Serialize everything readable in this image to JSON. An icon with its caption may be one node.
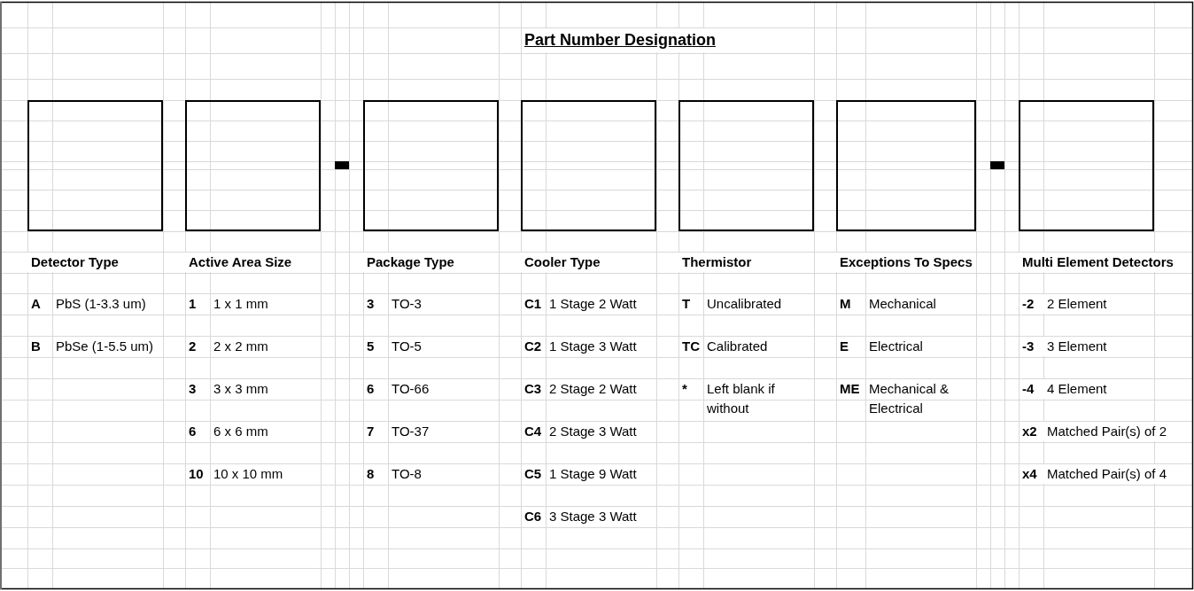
{
  "diagram": {
    "title": "Part Number Designation",
    "nodes": [
      {
        "text": [
          "Detector Type"
        ],
        "beside": [
          "A",
          "PbS (1-3.3 um)",
          "B",
          "PbSe (1-5.5 um)"
        ]
      },
      {
        "text": [
          "Active Area Size"
        ],
        "beside": [
          "1",
          "1 x 1 mm",
          "2",
          "2 x 2 mm",
          "3",
          "3 x 3 mm",
          "6",
          "6 x 6 mm",
          "10",
          "10 x 10 mm"
        ]
      },
      {
        "text": [],
        "shape": "bar"
      },
      {
        "text": [
          "Package Type"
        ],
        "beside": [
          "3",
          "TO-3",
          "5",
          "TO-5",
          "6",
          "TO-66",
          "7",
          "TO-37",
          "8",
          "TO-8"
        ]
      },
      {
        "text": [
          "Cooler Type"
        ],
        "beside": [
          "C1",
          "1 Stage 2 Watt",
          "C2",
          "1 Stage 3 Watt",
          "C3",
          "2 Stage 2 Watt",
          "C4",
          "2 Stage 3 Watt",
          "C5",
          "1 Stage 9 Watt",
          "C6",
          "3 Stage 3 Watt"
        ]
      },
      {
        "text": [
          "Thermistor"
        ],
        "beside": [
          "T",
          "Uncalibrated",
          "TC",
          "Calibrated",
          "*",
          "Left blank if without"
        ]
      },
      {
        "text": [
          "Exceptions To Specs"
        ],
        "beside": [
          "M",
          "Mechanical",
          "E",
          "Electrical",
          "ME",
          "Mechanical & Electrical"
        ]
      },
      {
        "text": [],
        "shape": "bar"
      },
      {
        "text": [
          "Multi Element Detectors"
        ],
        "beside": [
          "-2",
          "2 Element",
          "-3",
          "3 Element",
          "-4",
          "4 Element",
          "x2",
          "Matched Pair(s) of 2",
          "x4",
          "Matched Pair(s) of 4"
        ]
      }
    ]
  }
}
